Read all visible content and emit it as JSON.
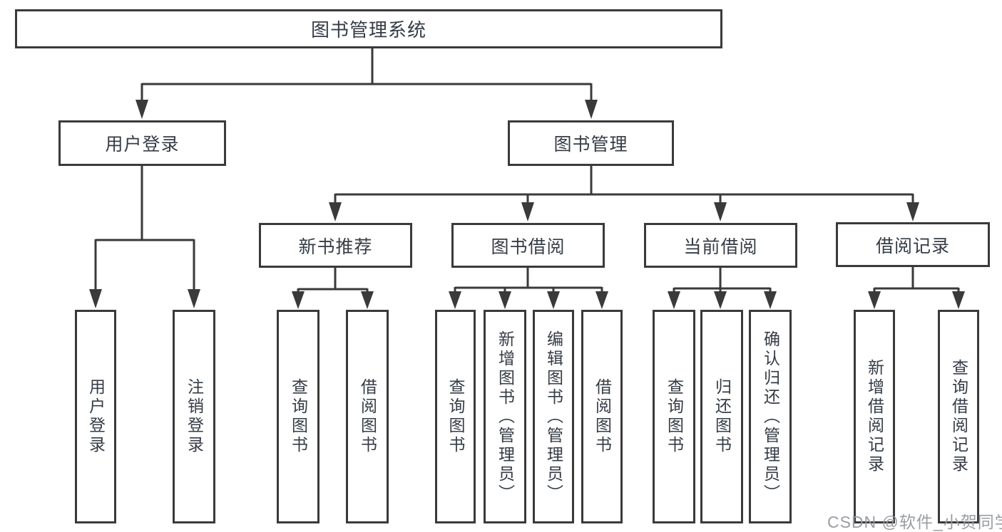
{
  "diagram": {
    "type": "tree",
    "root": {
      "label": "图书管理系统"
    },
    "level2": [
      {
        "id": "user-login",
        "label": "用户登录",
        "parent": "图书管理系统"
      },
      {
        "id": "book-management",
        "label": "图书管理",
        "parent": "图书管理系统"
      }
    ],
    "level3": [
      {
        "id": "new-book-recommend",
        "label": "新书推荐",
        "parent": "图书管理"
      },
      {
        "id": "book-borrowing",
        "label": "图书借阅",
        "parent": "图书管理"
      },
      {
        "id": "current-borrowing",
        "label": "当前借阅",
        "parent": "图书管理"
      },
      {
        "id": "borrowing-records",
        "label": "借阅记录",
        "parent": "图书管理"
      }
    ],
    "leaves": [
      {
        "label": "用户登录",
        "parent": "用户登录"
      },
      {
        "label": "注销登录",
        "parent": "用户登录"
      },
      {
        "label": "查询图书",
        "parent": "新书推荐"
      },
      {
        "label": "借阅图书",
        "parent": "新书推荐"
      },
      {
        "label": "查询图书",
        "parent": "图书借阅"
      },
      {
        "label": "新增图书（管理员）",
        "parent": "图书借阅"
      },
      {
        "label": "编辑图书（管理员）",
        "parent": "图书借阅"
      },
      {
        "label": "借阅图书",
        "parent": "图书借阅"
      },
      {
        "label": "查询图书",
        "parent": "当前借阅"
      },
      {
        "label": "归还图书",
        "parent": "当前借阅"
      },
      {
        "label": "确认归还（管理员）",
        "parent": "当前借阅"
      },
      {
        "label": "新增借阅记录",
        "parent": "借阅记录"
      },
      {
        "label": "查询借阅记录",
        "parent": "借阅记录"
      }
    ]
  },
  "watermark": {
    "text": "CSDN @软件_小贺同学"
  },
  "colors": {
    "background": "#ffffff",
    "box_border": "#3a3a3a",
    "box_text": "#353c46",
    "connector": "#3a3a3a",
    "watermark": "#96989c"
  }
}
